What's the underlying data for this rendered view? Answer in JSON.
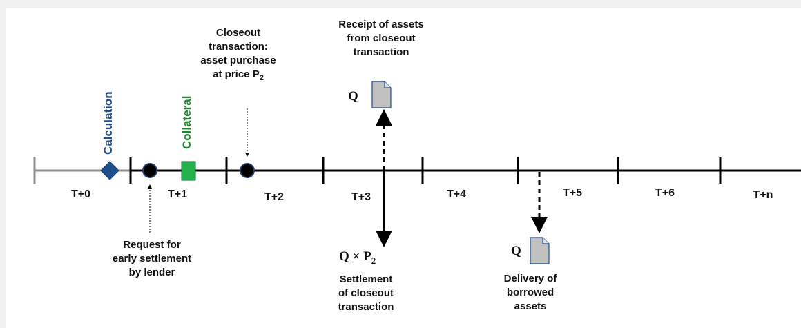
{
  "segments": [
    "T+0",
    "T+1",
    "T+2",
    "T+3",
    "T+4",
    "T+5",
    "T+6",
    "T+n"
  ],
  "events": {
    "calculation": "Calculation",
    "collateral": "Collateral",
    "closeout_lines": [
      "Closeout",
      "transaction:",
      "asset purchase",
      "at price P"
    ],
    "closeout_sub": "2",
    "receipt_lines": [
      "Receipt of assets",
      "from closeout",
      "transaction"
    ],
    "request_lines": [
      "Request for",
      "early settlement",
      "by lender"
    ],
    "settlement_lines": [
      "Settlement",
      "of closeout",
      "transaction"
    ],
    "delivery_lines": [
      "Delivery of",
      "borrowed",
      "assets"
    ],
    "q_label": "Q",
    "q_times_p": "Q × P",
    "q_times_p_sub": "2"
  },
  "colors": {
    "calculation": "#1f4e8c",
    "collateral": "#1a8a2a",
    "collateral_box": "#22b14c",
    "diamond": "#1f4e8c",
    "doc_fill": "#c0c0c0",
    "initial_segment": "#8c8c8c"
  }
}
